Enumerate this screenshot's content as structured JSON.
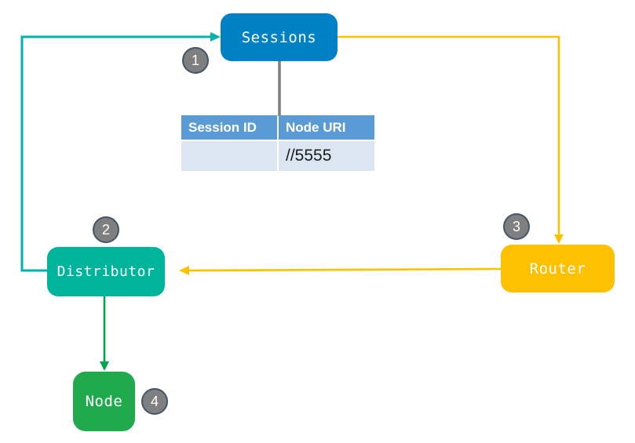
{
  "diagram": {
    "title": "session-routing-flow",
    "nodes": [
      {
        "id": "sessions",
        "label": "Sessions",
        "color": "#0081c6"
      },
      {
        "id": "distributor",
        "label": "Distributor",
        "color": "#00b49c"
      },
      {
        "id": "router",
        "label": "Router",
        "color": "#fdc101"
      },
      {
        "id": "node",
        "label": "Node",
        "color": "#21a94d"
      }
    ],
    "steps": [
      {
        "number": "1",
        "attached_to": "sessions"
      },
      {
        "number": "2",
        "attached_to": "distributor"
      },
      {
        "number": "3",
        "attached_to": "router"
      },
      {
        "number": "4",
        "attached_to": "node"
      }
    ],
    "connectors": [
      {
        "from": "distributor",
        "to": "sessions",
        "color": "#00b2a9",
        "arrow": "into-sessions-left"
      },
      {
        "from": "sessions",
        "to": "router",
        "color": "#fdc101",
        "arrow": "into-router-top"
      },
      {
        "from": "router",
        "to": "distributor",
        "color": "#fdc101",
        "arrow": "into-distributor-right"
      },
      {
        "from": "distributor",
        "to": "node",
        "color": "#00a74e",
        "arrow": "into-node-top"
      },
      {
        "from": "sessions",
        "to": "session-table",
        "color": "#7f7f7f",
        "arrow": "none"
      }
    ],
    "badge_color": "#7f7f7f",
    "badge_border_color": "#44546a"
  },
  "table": {
    "headers": [
      "Session ID",
      "Node URI"
    ],
    "rows": [
      [
        "",
        "//5555"
      ]
    ],
    "header_bg": "#5b9bd5",
    "row_bg": "#dce6f2"
  }
}
